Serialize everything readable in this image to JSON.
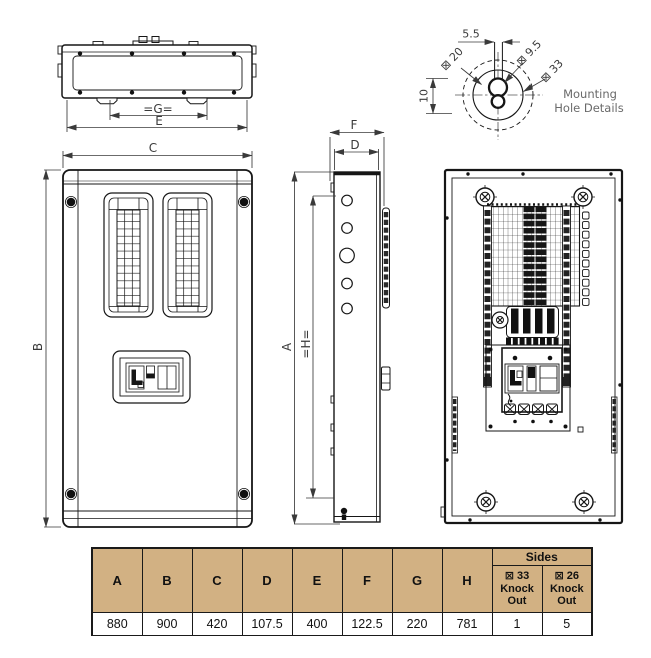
{
  "labels": {
    "top_view": {
      "g": "=G=",
      "e": "E"
    },
    "front_view": {
      "c": "C",
      "b": "B"
    },
    "side_view": {
      "f": "F",
      "d": "D",
      "a": "A",
      "h": "=H="
    },
    "mounting": {
      "slot_width": "5.5",
      "dia_9_5": "⊠ 9.5",
      "dia_20": "⊠ 20",
      "dia_33": "⊠ 33",
      "offset_10": "10",
      "caption_line1": "Mounting",
      "caption_line2": "Hole Details"
    }
  },
  "table": {
    "headers": [
      "A",
      "B",
      "C",
      "D",
      "E",
      "F",
      "G",
      "H"
    ],
    "sides_header": "Sides",
    "sides_columns": [
      "⊠ 33 Knock Out",
      "⊠ 26 Knock Out"
    ],
    "values": [
      "880",
      "900",
      "420",
      "107.5",
      "400",
      "122.5",
      "220",
      "781",
      "1",
      "5"
    ]
  },
  "colors": {
    "object_line": "#161616",
    "dimension_line": "#3a3a3a",
    "caption_gray": "#6a6a6a",
    "table_header_bg": "#d2b183",
    "table_border": "#1a1a1a"
  }
}
